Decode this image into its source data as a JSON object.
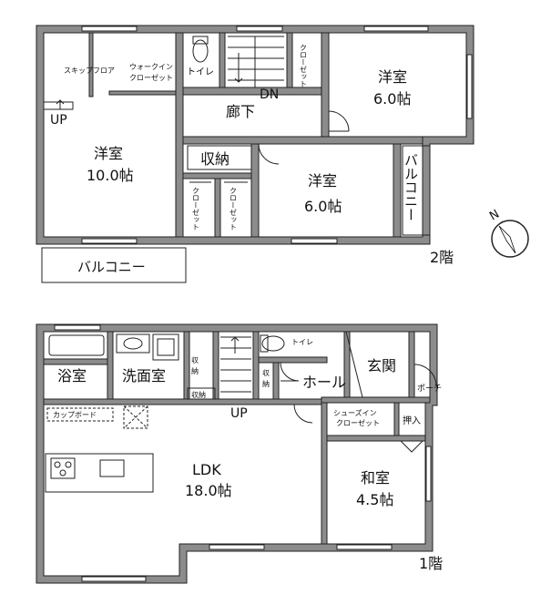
{
  "floors": {
    "second": {
      "label": "2階",
      "rooms": {
        "western_large": {
          "name": "洋室",
          "size": "10.0帖"
        },
        "western_top_right": {
          "name": "洋室",
          "size": "6.0帖"
        },
        "western_center": {
          "name": "洋室",
          "size": "6.0帖"
        },
        "skip_floor": "スキップフロア",
        "walk_in_closet": [
          "ウォークイン",
          "クローゼット"
        ],
        "toilet": "トイレ",
        "closet_top": "クローゼット",
        "hallway": "廊下",
        "storage": "収納",
        "closet_left": "クローゼット",
        "closet_right": "クローゼット",
        "balcony_bottom": "バルコニー",
        "balcony_right": "バルコニー"
      },
      "stairs_up": "UP",
      "stairs_down": "DN"
    },
    "first": {
      "label": "1階",
      "rooms": {
        "bath": "浴室",
        "washroom": "洗面室",
        "storage_small": [
          "収",
          "納"
        ],
        "storage_under": "収納",
        "storage_hall": [
          "収",
          "納"
        ],
        "toilet": "トイレ",
        "hall": "ホール",
        "entrance": "玄関",
        "porch": "ポーチ",
        "shoes_closet": [
          "シューズイン",
          "クローゼット"
        ],
        "oshiire": "押入",
        "cupboard": "カップボード",
        "ldk": {
          "name": "LDK",
          "size": "18.0帖"
        },
        "washitsu": {
          "name": "和室",
          "size": "4.5帖"
        }
      },
      "stairs_up": "UP"
    }
  },
  "compass": {
    "label": "N",
    "icon": "north-compass-icon"
  }
}
